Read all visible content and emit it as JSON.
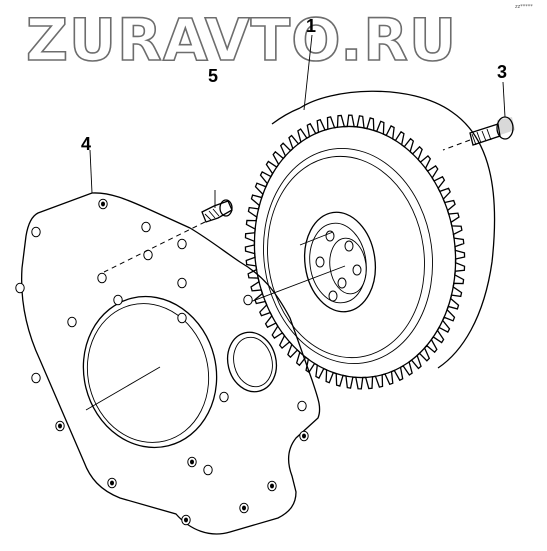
{
  "watermark": "ZURAVTO.RU",
  "corner_mark": "zz*****",
  "callouts": {
    "part_1": "1",
    "part_3": "3",
    "part_4": "4",
    "part_5": "5"
  },
  "colors": {
    "line": "#000000",
    "watermark_outline": "#6d6d6d",
    "background": "#ffffff"
  }
}
